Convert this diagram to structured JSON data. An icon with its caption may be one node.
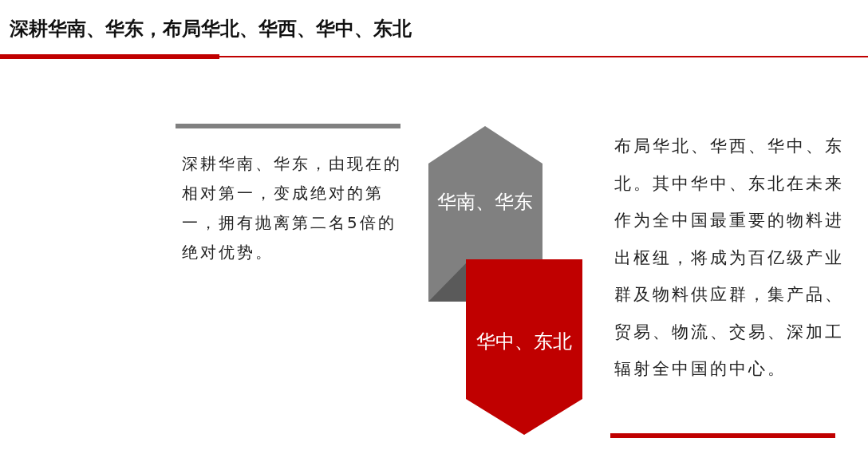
{
  "diagram": {
    "title": "深耕华南、华东，布局华北、华西、华中、东北",
    "nodes": [
      {
        "text": [
          "华南、华东"
        ]
      },
      {
        "text": [
          "华中、东北"
        ]
      }
    ],
    "labels": [
      "深耕华南、华东，由现在的相对第一，变成绝对的第一，拥有抛离第二名5倍的绝对优势。",
      "布局华北、华西、华中、东北。其中华中、东北在未来作为全中国最重要的物料进出枢纽，将成为百亿级产业群及物料供应群，集产品、贸易、物流、交易、深加工辐射全中国的中心。"
    ]
  }
}
